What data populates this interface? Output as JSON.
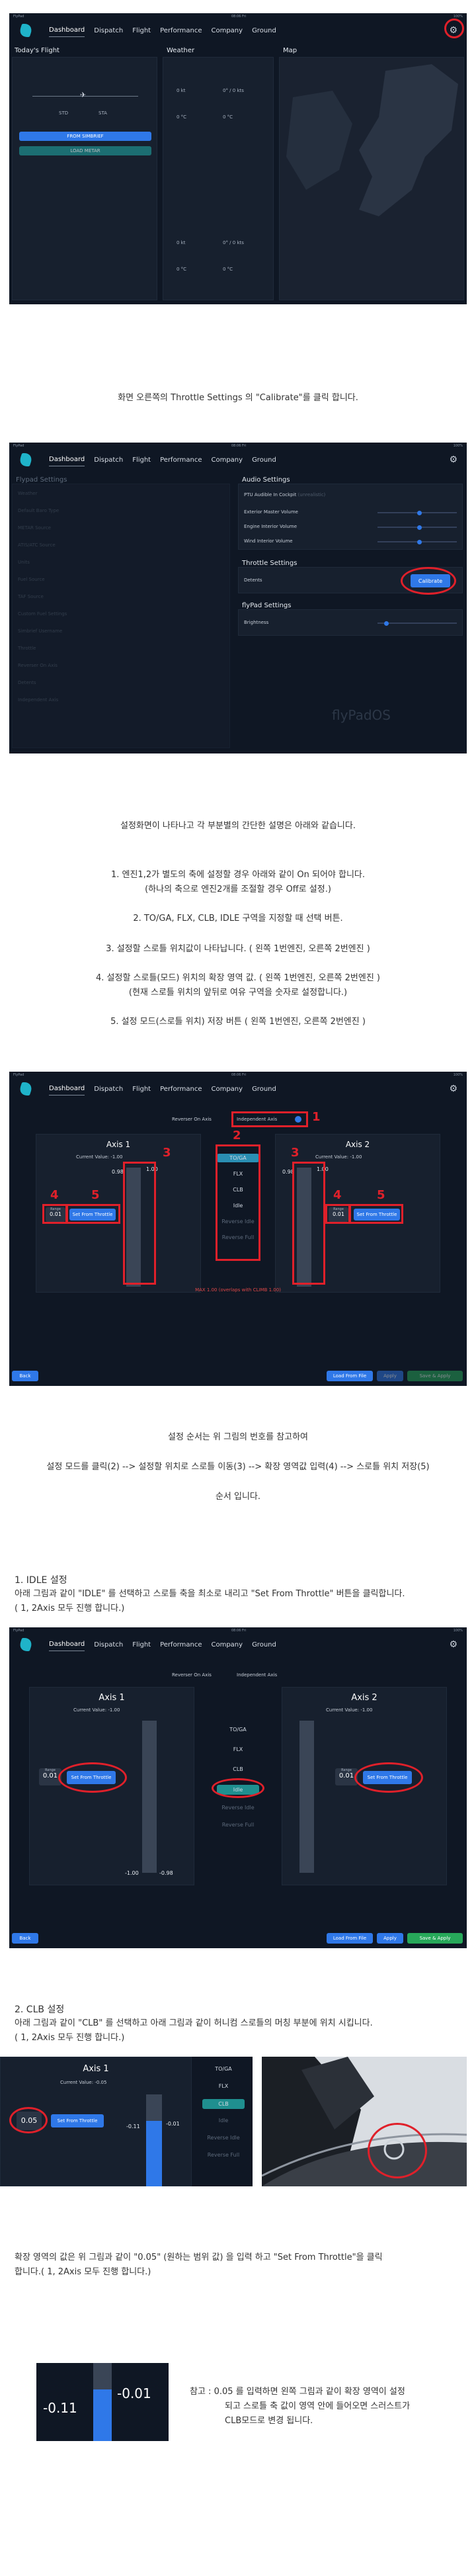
{
  "app": {
    "tabs": [
      "Dashboard",
      "Dispatch",
      "Flight",
      "Performance",
      "Company",
      "Ground"
    ],
    "status_left": "FlyPad",
    "status_center": "08:06 Fri",
    "status_right": "100%"
  },
  "dash": {
    "todays_flight": "Today's Flight",
    "weather": "Weather",
    "map": "Map",
    "std": "STD",
    "sta": "STA",
    "from_simbrief": "FROM SIMBRIEF",
    "load_metar": "LOAD METAR",
    "wind1": "0 kt",
    "wind2": "0° / 0 kts",
    "temp": "0 °C"
  },
  "cap1": "화면 오른쪽의 Throttle Settings 의 \"Calibrate\"를 클릭 합니다.",
  "settings": {
    "flypad_settings": "Flypad Settings",
    "audio_settings": "Audio Settings",
    "ptu": "PTU Audible In Cockpit",
    "ptu_note": "(unrealistic)",
    "exterior": "Exterior Master Volume",
    "engine": "Engine Interior Volume",
    "wind": "Wind Interior Volume",
    "throttle_settings": "Throttle Settings",
    "detents": "Detents",
    "calibrate": "Calibrate",
    "flypad_section": "flyPad Settings",
    "brightness": "Brightness",
    "watermark": "flyPadOS",
    "left_rows": [
      "Weather",
      "Default Baro Type",
      "METAR Source",
      "ATIS/ATC Source",
      "Units",
      "Fuel Source",
      "TAF Source",
      "Custom Fuel Settings",
      "Simbrief Username",
      "Throttle",
      "Reverser On Axis",
      "Detents",
      "Independent Axis"
    ]
  },
  "cap2": {
    "title": "설정화면이 나타나고 각 부분별의 간단한 설명은 아래와 같습니다.",
    "l1": "1. 엔진1,2가 별도의 축에 설정할 경우 아래와 같이 On 되어야 합니다.",
    "l1b": "(하나의 축으로 엔진2개를 조절할 경우 Off로 설정.)",
    "l2": "2. TO/GA, FLX, CLB, IDLE 구역을 지정할 때 선택 버튼.",
    "l3": "3. 설정할 스로틀 위치값이 나타납니다. ( 왼쪽 1번엔진, 오른쪽 2번엔진 )",
    "l4": "4. 설정할 스로틀(모드) 위치의 확장 영역 값. ( 왼쪽 1번엔진, 오른쪽 2번엔진 )",
    "l4b": "(현재 스로틀 위치의 앞뒤로 여유 구역을 숫자로 설정합니다.)",
    "l5": "5. 설정 모드(스로틀 위치) 저장 버튼 ( 왼쪽 1번엔진, 오른쪽 2번엔진 )"
  },
  "cal": {
    "reverser": "Reverser On Axis",
    "independent": "Independent Axis",
    "axis1": "Axis 1",
    "axis2": "Axis 2",
    "current_value": "Current Value: -1.00",
    "set_from_throttle": "Set From Throttle",
    "range_label": "Range",
    "range_val": "0.01",
    "top_val": "1.00",
    "low_val": "0.98",
    "low_val2": "-0.98",
    "cur_neg": "-1.00",
    "modes": [
      "TO/GA",
      "FLX",
      "CLB",
      "Idle",
      "Reverse Idle",
      "Reverse Full"
    ],
    "warning": "MAX 1.00 (overlaps with CLIMB 1.00)",
    "back": "Back",
    "load_from_file": "Load From File",
    "apply": "Apply",
    "save_apply": "Save & Apply",
    "n1": "1",
    "n2": "2",
    "n3": "3",
    "n4": "4",
    "n5": "5"
  },
  "cap3": {
    "l1": "설정 순서는 위 그림의 번호를 참고하여",
    "l2": "설정 모드를 클릭(2) --> 설정할 위치로 스로틀 이동(3) --> 확장 영역값 입력(4) --> 스로틀 위치 저장(5)",
    "l3": "순서 입니다."
  },
  "idle": {
    "title": "1. IDLE 설정",
    "l1": "아래 그림과 같이 \"IDLE\" 를 선택하고 스로틀 축을 최소로 내리고 \"Set From Throttle\" 버튼을 클릭합니다.",
    "l2": "( 1, 2Axis 모두 진행 합니다.)"
  },
  "clb": {
    "title": "2. CLB 설정",
    "l1": "아래 그림과 같이 \"CLB\" 를 선택하고 아래 그림과 같이 허니컴 스로틀의 머칭 부분에 위치 시킵니다.",
    "l2": "( 1, 2Axis 모두 진행 합니다.)",
    "axis1": "Axis 1",
    "current": "Current Value: -0.05",
    "range": "0.05",
    "bar_top": "-0.01",
    "bar_bot": "-0.11",
    "modes": [
      "TO/GA",
      "FLX",
      "CLB",
      "Idle",
      "Reverse Idle",
      "Reverse Full"
    ]
  },
  "clb2": {
    "l1": "확장 영역의 값은 위 그림과 같이 \"0.05\" (원하는 범위 값) 을 입력 하고 \"Set From Throttle\"을 클릭",
    "l2": "합니다.( 1, 2Axis 모두 진행 합니다.)",
    "big_top": "-0.01",
    "big_bot": "-0.11",
    "note1": "참고 : 0.05 를 입력하면 왼쪽 그림과 같이 확장 영역이 설정",
    "note2": "되고 스로틀 축 값이 영역 안에 들어오면 스러스트가",
    "note3": "CLB모드로 변경 됩니다."
  }
}
